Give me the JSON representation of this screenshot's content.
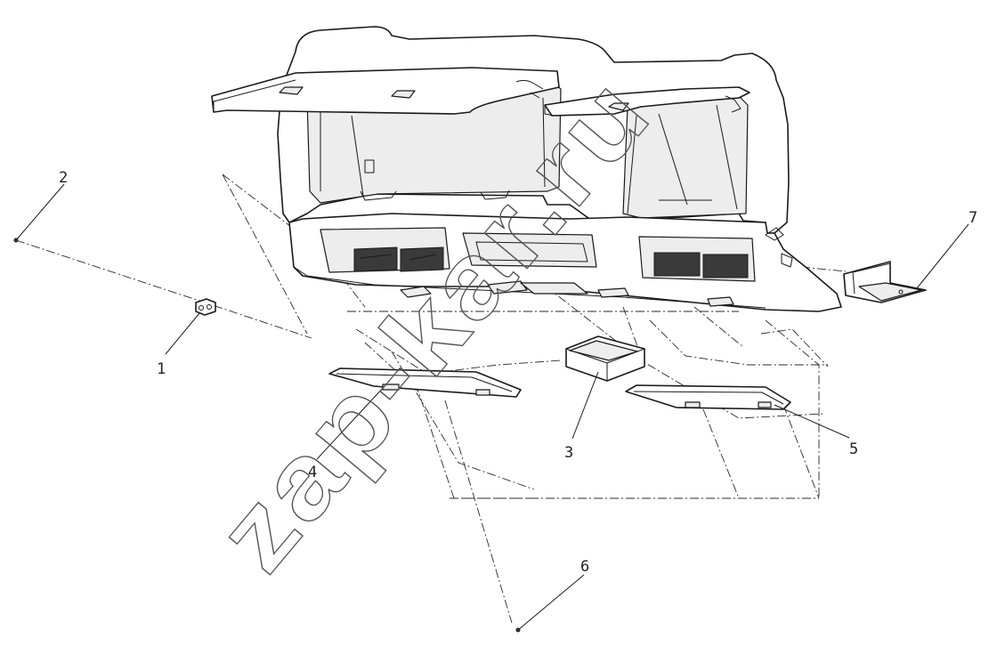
{
  "watermark": "zap-kar.ru",
  "callouts": [
    {
      "id": "1",
      "label": "1"
    },
    {
      "id": "2",
      "label": "2"
    },
    {
      "id": "3",
      "label": "3"
    },
    {
      "id": "4",
      "label": "4"
    },
    {
      "id": "5",
      "label": "5"
    },
    {
      "id": "6",
      "label": "6"
    },
    {
      "id": "7",
      "label": "7"
    }
  ],
  "colors": {
    "line": "#1a1a1a",
    "background": "#ffffff",
    "watermark": "#555555"
  }
}
